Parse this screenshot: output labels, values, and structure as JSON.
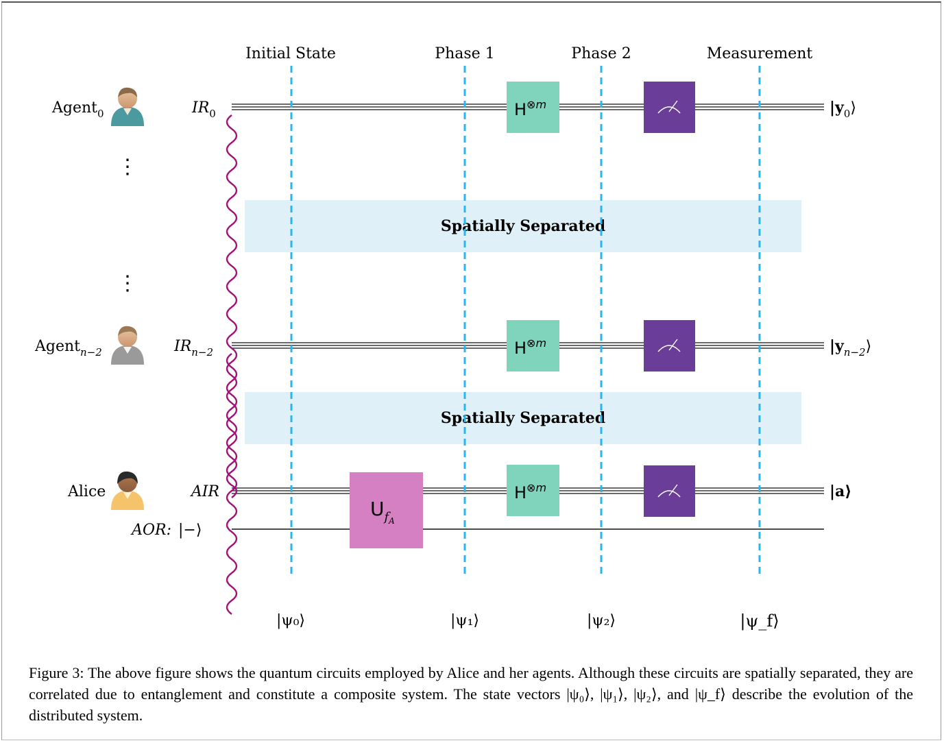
{
  "phases": {
    "initial": "Initial State",
    "phase1": "Phase 1",
    "phase2": "Phase 2",
    "measurement": "Measurement"
  },
  "agents": {
    "agent0": {
      "name": "Agent",
      "sub": "0",
      "register": "IR",
      "register_sub": "0",
      "output": "|y",
      "output_sub": "0",
      "output_close": "⟩"
    },
    "agent_n2": {
      "name": "Agent",
      "sub": "n−2",
      "register": "IR",
      "register_sub": "n−2",
      "output": "|y",
      "output_sub": "n−2",
      "output_close": "⟩"
    },
    "alice": {
      "name": "Alice",
      "register": "AIR",
      "output": "|a⟩"
    },
    "aor": {
      "label": "AOR:",
      "state": "|−⟩"
    }
  },
  "ellipsis": "⋮",
  "separation_label": "Spatially Separated",
  "gates": {
    "hadamard": "H",
    "hadamard_sup": "⊗m",
    "oracle": "U",
    "oracle_sub": "f",
    "oracle_subsub": "A"
  },
  "states": {
    "psi0": "|ψ₀⟩",
    "psi1": "|ψ₁⟩",
    "psi2": "|ψ₂⟩",
    "psif": "|ψ_f⟩"
  },
  "caption": "Figure 3: The above figure shows the quantum circuits employed by Alice and her agents. Although these circuits are spatially separated, they are correlated due to entanglement and constitute a composite system. The state vectors |ψ₀⟩, |ψ₁⟩, |ψ₂⟩, and |ψ_f⟩ describe the evolution of the distributed system.",
  "colors": {
    "dashed_line": "#29b6ee",
    "hadamard_box": "#80d4bc",
    "measure_box": "#6a3d99",
    "oracle_box": "#d580c3",
    "separation_band": "#dff0f8",
    "entanglement_wave": "#a0117a"
  },
  "icons": [
    "person-icon",
    "meter-icon"
  ]
}
